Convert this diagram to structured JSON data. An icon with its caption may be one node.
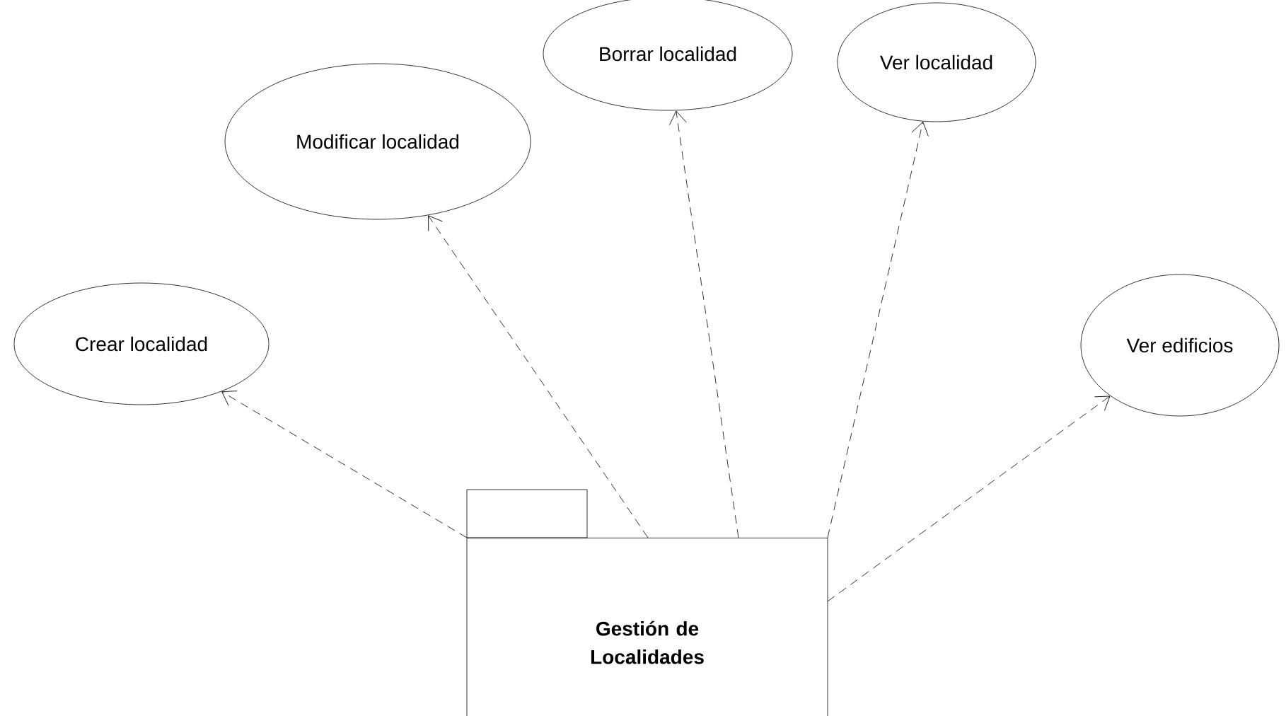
{
  "diagram": {
    "nodes": [
      {
        "text": [
          "Crear localidad"
        ]
      },
      {
        "text": [
          "Modificar localidad"
        ]
      },
      {
        "text": [
          "Borrar localidad"
        ]
      },
      {
        "text": [
          "Ver localidad"
        ]
      },
      {
        "text": [
          "Ver edificios"
        ]
      },
      {
        "text": [
          "Gestión de Localidades"
        ]
      }
    ],
    "edges": [
      {
        "from": 5,
        "to": 0,
        "arrow": "to",
        "style": "dashed"
      },
      {
        "from": 5,
        "to": 1,
        "arrow": "to",
        "style": "dashed"
      },
      {
        "from": 5,
        "to": 2,
        "arrow": "to",
        "style": "dashed"
      },
      {
        "from": 5,
        "to": 3,
        "arrow": "to",
        "style": "dashed"
      },
      {
        "from": 5,
        "to": 4,
        "arrow": "to",
        "style": "dashed"
      }
    ]
  }
}
